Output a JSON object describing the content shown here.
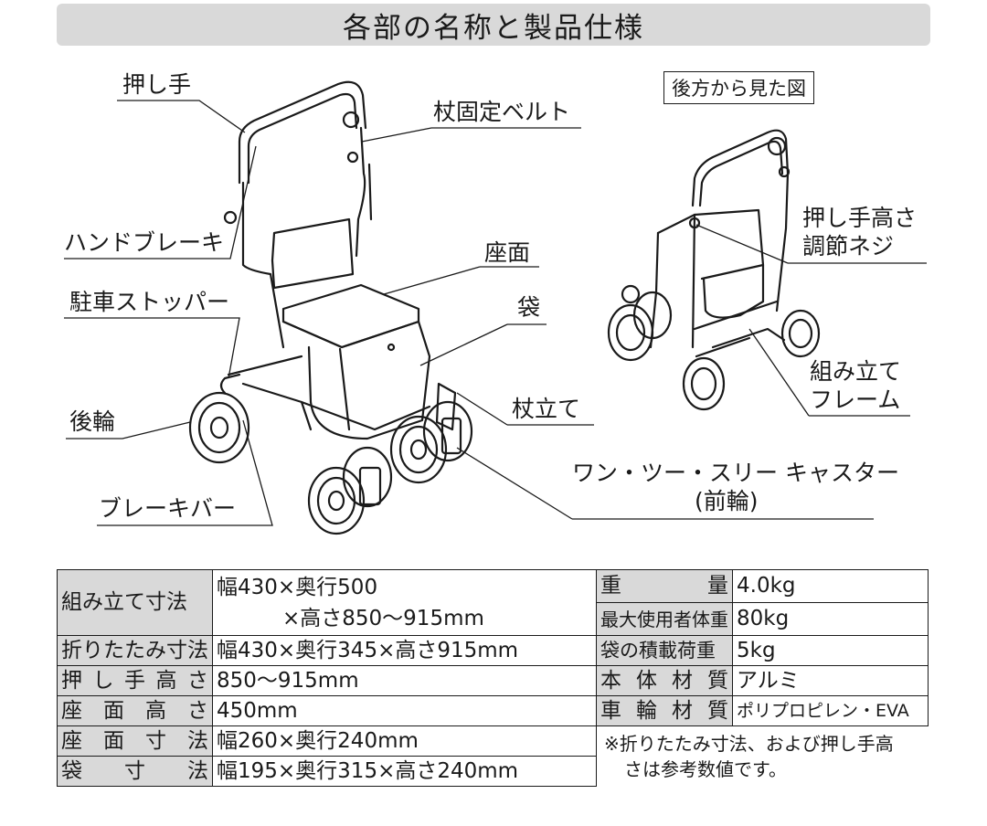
{
  "title": "各部の名称と製品仕様",
  "rear_view_label": "後方から見た図",
  "parts": {
    "push_handle": "押し手",
    "cane_belt": "杖固定ベルト",
    "hand_brake": "ハンドブレーキ",
    "seat": "座面",
    "parking_stopper": "駐車ストッパー",
    "bag": "袋",
    "rear_wheel": "後輪",
    "cane_stand": "杖立て",
    "brake_bar": "ブレーキバー",
    "caster_line1": "ワン・ツー・スリー キャスター",
    "caster_line2": "(前輪)",
    "height_screw_line1": "押し手高さ",
    "height_screw_line2": "調節ネジ",
    "frame_line1": "組み立て",
    "frame_line2": "フレーム"
  },
  "spec_left": [
    {
      "label": "組み立て寸法",
      "value_line1": "幅430×奥行500",
      "value_line2": "×高さ850〜915mm"
    },
    {
      "label": "折りたたみ寸法",
      "value": "幅430×奥行345×高さ915mm"
    },
    {
      "label": "押し手高さ",
      "value": "850〜915mm"
    },
    {
      "label": "座面高さ",
      "value": "450mm"
    },
    {
      "label": "座面寸法",
      "value": "幅260×奥行240mm"
    },
    {
      "label": "袋寸法",
      "value": "幅195×奥行315×高さ240mm"
    }
  ],
  "spec_right": [
    {
      "label": "重量",
      "value": "4.0kg"
    },
    {
      "label": "最大使用者体重",
      "value": "80kg"
    },
    {
      "label": "袋の積載荷重",
      "value": "5kg"
    },
    {
      "label": "本体材質",
      "value": "アルミ"
    },
    {
      "label": "車輪材質",
      "value": "ポリプロピレン・EVA"
    }
  ],
  "note_line1": "※折りたたみ寸法、および押し手高",
  "note_line2": "さは参考数値です。"
}
